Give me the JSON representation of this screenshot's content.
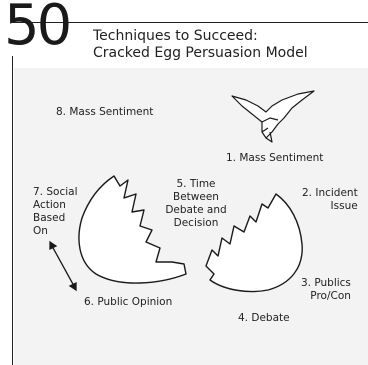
{
  "header": {
    "number": "50",
    "title_line1": "Techniques to Succeed:",
    "title_line2": "Cracked Egg Persuasion Model"
  },
  "diagram": {
    "label_mass_sentiment_top": "8. Mass Sentiment",
    "label_mass_sentiment": "1. Mass Sentiment",
    "label_incident": [
      "2. Incident",
      "Issue"
    ],
    "label_publics": [
      "3. Publics",
      "Pro/Con"
    ],
    "label_debate": "4. Debate",
    "label_time": [
      "5. Time",
      "Between",
      "Debate and",
      "Decision"
    ],
    "label_public_opinion": "6. Public Opinion",
    "label_social_action": [
      "7. Social",
      "Action",
      "Based",
      "On"
    ]
  },
  "icons": {
    "bird": "bird-icon",
    "arrow": "double-arrow-icon"
  }
}
